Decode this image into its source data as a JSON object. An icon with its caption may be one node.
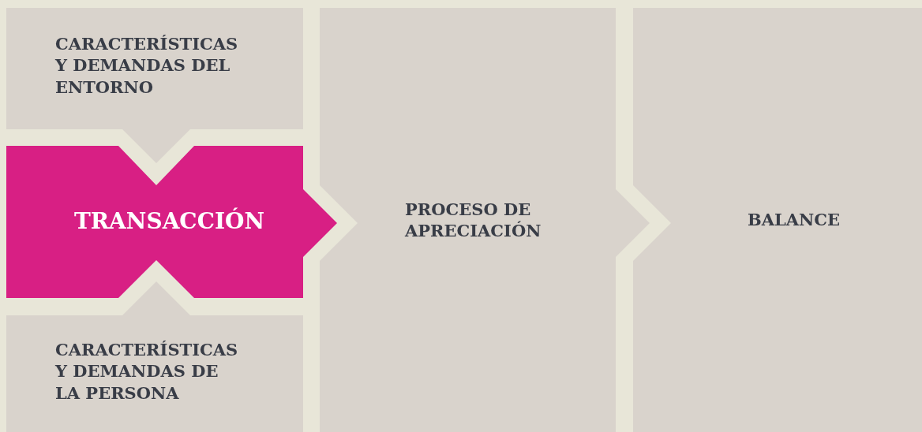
{
  "diagram": {
    "nodes": [
      {
        "text": [
          "CARACTERÍSTICAS Y DEMANDAS DEL ENTORNO"
        ]
      },
      {
        "text": [
          "TRANSACCIÓN"
        ]
      },
      {
        "text": [
          "CARACTERÍSTICAS Y DEMANDAS DE LA PERSONA"
        ]
      },
      {
        "text": [
          "PROCESO DE APRECIACIÓN"
        ]
      },
      {
        "text": [
          "BALANCE"
        ]
      }
    ],
    "edges": [
      {
        "from": 0,
        "to": 1,
        "arrow": "to"
      },
      {
        "from": 2,
        "to": 1,
        "arrow": "to"
      },
      {
        "from": 1,
        "to": 3,
        "arrow": "to"
      },
      {
        "from": 3,
        "to": 4,
        "arrow": "to"
      }
    ]
  }
}
